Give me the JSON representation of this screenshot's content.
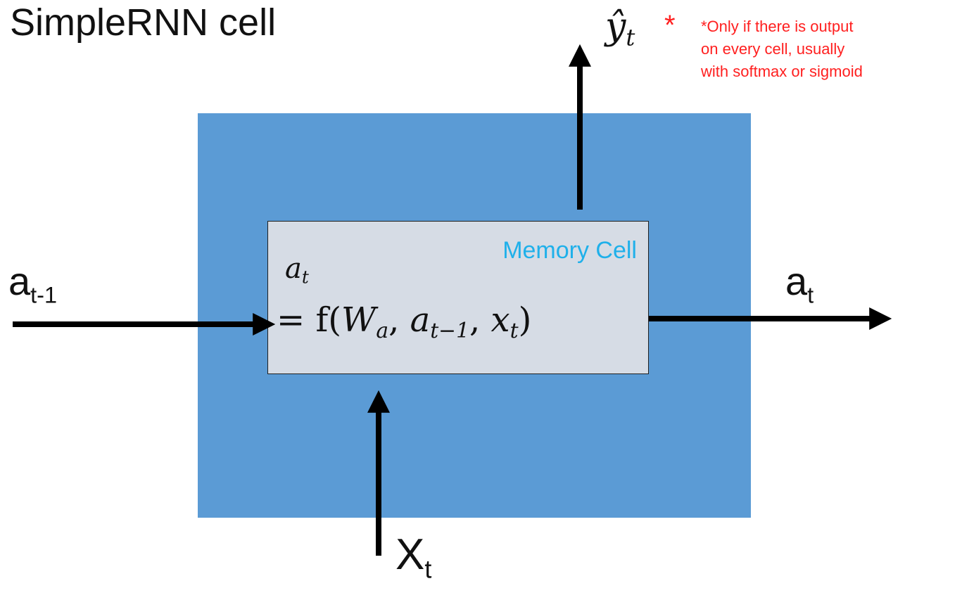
{
  "title": "SimpleRNN cell",
  "memory_cell": {
    "label": "Memory Cell",
    "equation_lhs": "a",
    "equation_lhs_sub": "t",
    "equation_rhs_prefix": "= f(",
    "w": "W",
    "w_sub": "a",
    "a": "a",
    "a_sub": "t−1",
    "x": "x",
    "x_sub": "t",
    "close": ")"
  },
  "inputs": {
    "prev_state": {
      "base": "a",
      "sub": "t-1"
    },
    "input": {
      "base": "X",
      "sub": "t"
    }
  },
  "outputs": {
    "next_state": {
      "base": "a",
      "sub": "t"
    },
    "prediction": {
      "base": "ŷ",
      "sub": "t",
      "star": "*"
    }
  },
  "footnote": {
    "line1": "*Only if there is output",
    "line2": "on every cell, usually",
    "line3": "with softmax or sigmoid"
  },
  "colors": {
    "outer_box": "#5b9bd5",
    "memory_cell": "#d6dce5",
    "memory_label": "#1fb0ea",
    "footnote": "#ff1f1f",
    "arrow": "#000000"
  }
}
